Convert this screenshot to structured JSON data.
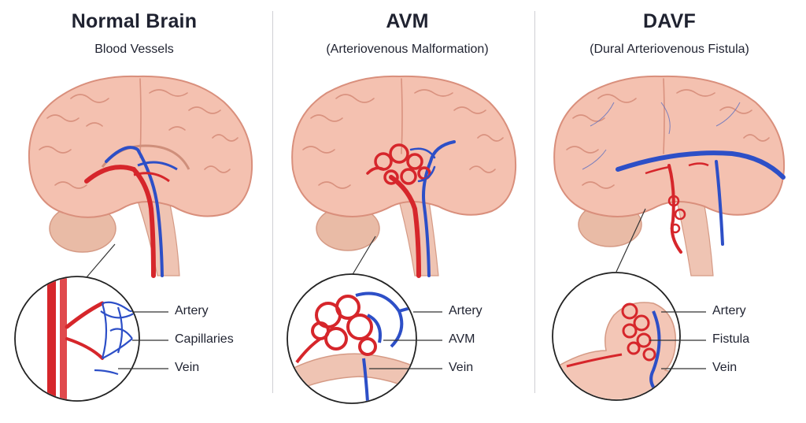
{
  "colors": {
    "artery": "#d6262b",
    "vein": "#2d4fc7",
    "brain": "#f4c1b0",
    "brain_outline": "#d98f7c",
    "cerebellum": "#e8b8a3",
    "text": "#1f2230"
  },
  "panels": [
    {
      "id": "normal",
      "title": "Normal Brain",
      "subtitle": "Blood Vessels",
      "labels": [
        "Artery",
        "Capillaries",
        "Vein"
      ]
    },
    {
      "id": "avm",
      "title": "AVM",
      "subtitle": "(Arteriovenous Malformation)",
      "labels": [
        "Artery",
        "AVM",
        "Vein"
      ]
    },
    {
      "id": "davf",
      "title": "DAVF",
      "subtitle": "(Dural Arteriovenous Fistula)",
      "labels": [
        "Artery",
        "Fistula",
        "Vein"
      ]
    }
  ]
}
